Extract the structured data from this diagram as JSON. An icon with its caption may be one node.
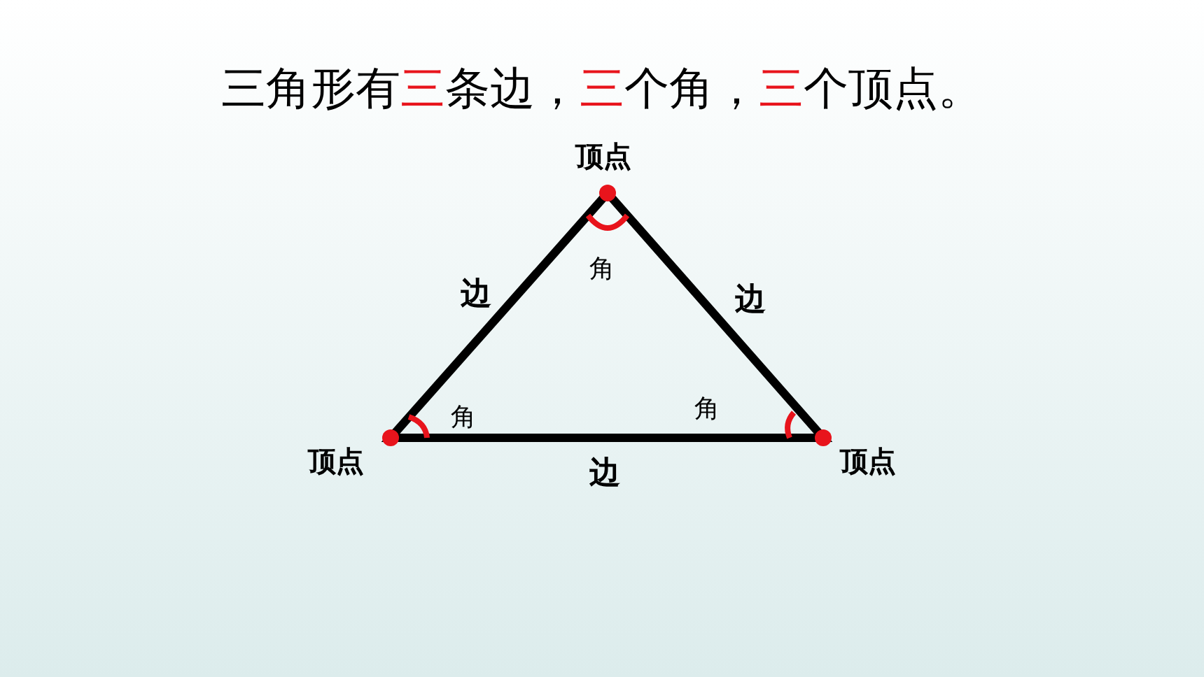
{
  "diagram": {
    "title": "三角形有**三**条边，**三**个角，**三**个顶点。",
    "labels": [
      "顶点",
      "角",
      "边",
      "边",
      "角",
      "角",
      "顶点",
      "顶点",
      "边"
    ]
  }
}
